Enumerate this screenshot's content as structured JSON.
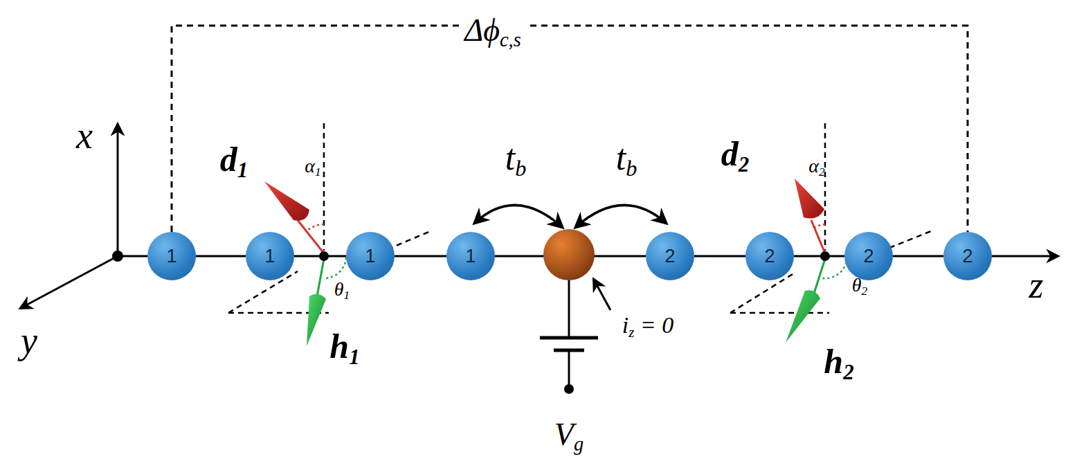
{
  "diagram": {
    "nodes": [
      {
        "text": [
          "1"
        ]
      },
      {
        "text": [
          "1"
        ]
      },
      {
        "text": [
          "1"
        ]
      },
      {
        "text": [
          "1"
        ]
      },
      {
        "text": [
          "2"
        ]
      },
      {
        "text": [
          "2"
        ]
      },
      {
        "text": [
          "2"
        ]
      },
      {
        "text": [
          "2"
        ]
      }
    ],
    "edges": [
      {
        "from": 0,
        "to": 1,
        "arrow": "none"
      },
      {
        "from": 1,
        "to": 2,
        "arrow": "none"
      },
      {
        "from": 2,
        "to": 3,
        "arrow": "none"
      },
      {
        "from": 4,
        "to": 5,
        "arrow": "none"
      },
      {
        "from": 5,
        "to": 6,
        "arrow": "none"
      },
      {
        "from": 6,
        "to": 7,
        "arrow": "none"
      },
      {
        "from": 0,
        "to": 7,
        "label": "Δϕc,s",
        "arrow": "none"
      }
    ],
    "labels": [
      "x",
      "y",
      "z",
      "d1",
      "α1",
      "θ1",
      "h1",
      "tb",
      "tb",
      "d2",
      "α2",
      "θ2",
      "h2",
      "iz = 0",
      "Vg"
    ]
  }
}
